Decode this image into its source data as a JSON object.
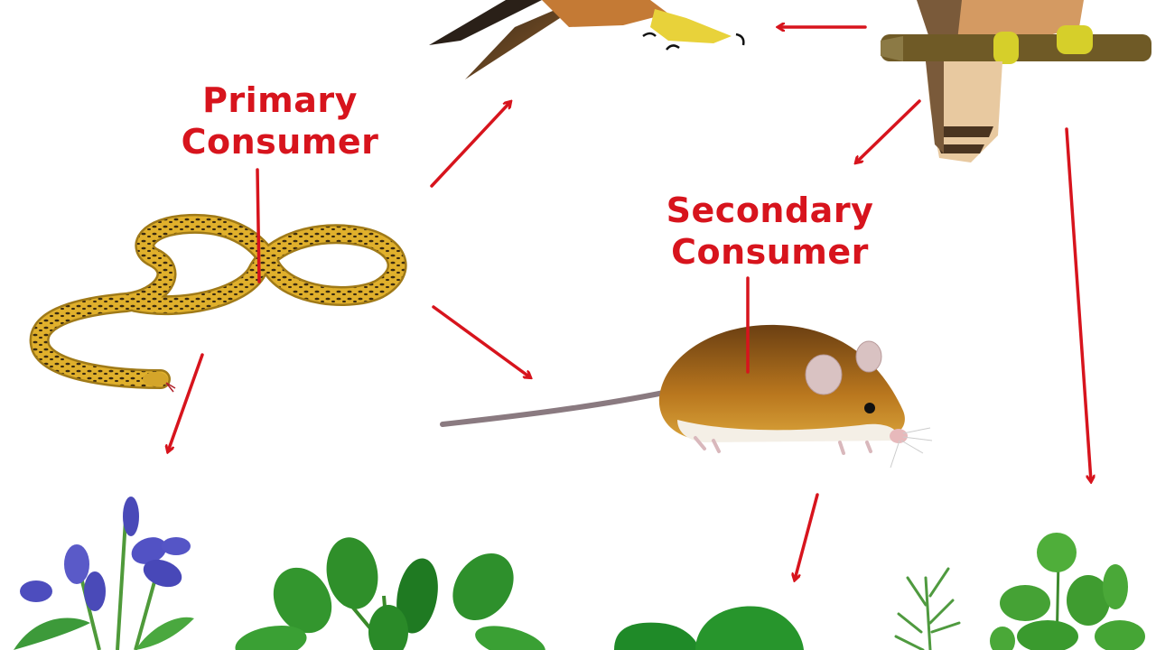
{
  "diagram": {
    "type": "food-web",
    "labels": {
      "primary": {
        "line1": "Primary",
        "line2": "Consumer"
      },
      "secondary": {
        "line1": "Secondary",
        "line2": "Consumer"
      }
    },
    "organisms": [
      {
        "id": "hawk-flying",
        "name": "hawk (flying, partial)",
        "icon": "hawk-icon"
      },
      {
        "id": "hawk-perched",
        "name": "hawk (perched on branch, partial)",
        "icon": "hawk-icon"
      },
      {
        "id": "snake",
        "name": "yellow spotted snake",
        "icon": "snake-icon"
      },
      {
        "id": "mouse",
        "name": "brown mouse",
        "icon": "mouse-icon"
      },
      {
        "id": "flower",
        "name": "blue flowering plant",
        "icon": "flower-icon"
      },
      {
        "id": "leafy-plant",
        "name": "green leafy plant",
        "icon": "plant-icon"
      },
      {
        "id": "broad-leaf",
        "name": "broad-leaf plant",
        "icon": "plant-icon"
      },
      {
        "id": "herbs",
        "name": "herbs",
        "icon": "herb-icon"
      }
    ],
    "arrows": [
      {
        "from": "hawk-perched",
        "to": "hawk-flying"
      },
      {
        "from": "snake",
        "to": "hawk-flying"
      },
      {
        "from": "hawk-perched",
        "to": "mouse"
      },
      {
        "from": "snake",
        "to": "mouse"
      },
      {
        "from": "snake",
        "to": "flower"
      },
      {
        "from": "mouse",
        "to": "broad-leaf"
      },
      {
        "from": "hawk-perched",
        "to": "herbs"
      }
    ],
    "colors": {
      "arrow": "#d7141d",
      "label": "#d7141d",
      "background": "#ffffff"
    }
  }
}
